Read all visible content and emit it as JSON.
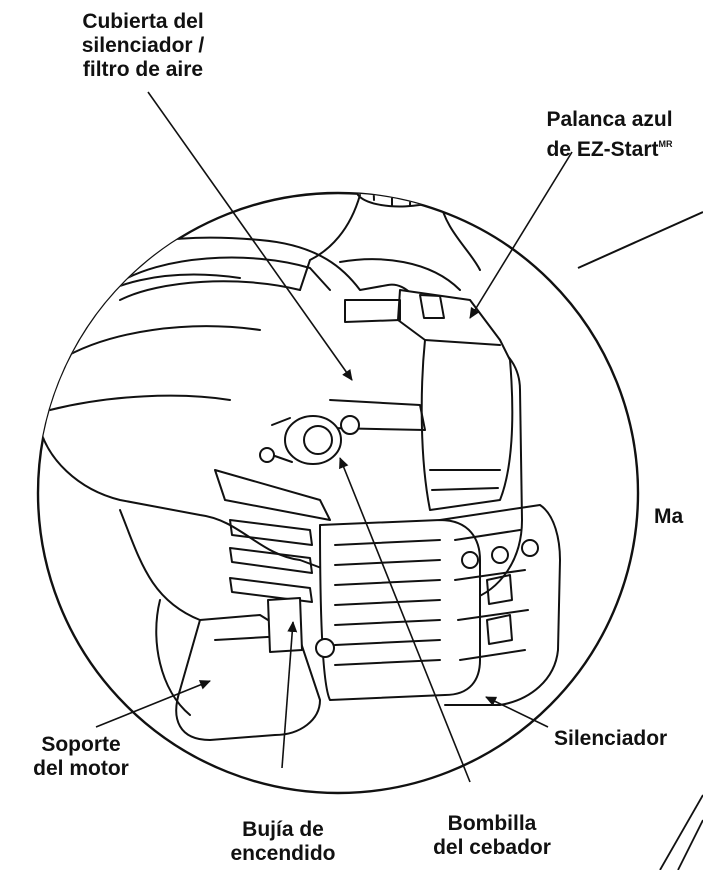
{
  "labels": {
    "muffler_cover": {
      "line1": "Cubierta del",
      "line2": "silenciador /",
      "line3": "filtro de aire"
    },
    "ezstart": {
      "line1": "Palanca azul",
      "line2": "de EZ-Start",
      "mark": "MR"
    },
    "partial_right": "Ma",
    "muffler": "Silenciador",
    "engine_mount": {
      "line1": "Soporte",
      "line2": "del motor"
    },
    "spark_plug": {
      "line1": "Bujía de",
      "line2": "encendido"
    },
    "primer_bulb": {
      "line1": "Bombilla",
      "line2": "del cebador"
    }
  },
  "colors": {
    "ink": "#111111",
    "background": "#ffffff"
  }
}
